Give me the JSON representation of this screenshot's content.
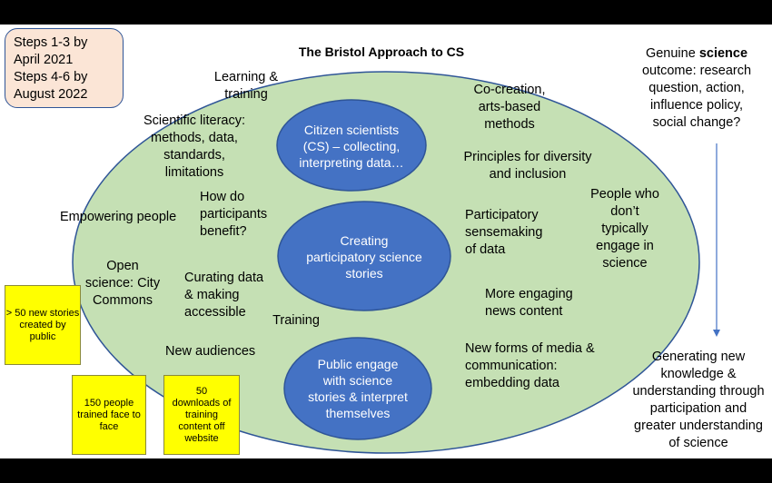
{
  "title": "The Bristol Approach to CS",
  "timeline_box": [
    "Steps 1-3 by",
    "April 2021",
    "Steps 4-6 by",
    "August 2022"
  ],
  "bubbles": {
    "top": "Citizen scientists (CS) – collecting, interpreting data…",
    "middle": "Creating participatory science stories",
    "bottom": "Public engage with science stories & interpret themselves"
  },
  "labels": {
    "learning": "Learning & training",
    "scientific_literacy": "Scientific literacy: methods, data, standards, limitations",
    "how_benefit": "How do participants benefit?",
    "empowering": "Empowering people",
    "open_science": "Open science: City Commons",
    "curating": "Curating data & making accessible",
    "training": "Training",
    "new_audiences": "New audiences",
    "co_creation": "Co-creation, arts-based methods",
    "principles": "Principles for diversity and inclusion",
    "people_who": "People who don’t typically engage in science",
    "sensemaking": "Participatory sensemaking of data",
    "engaging_news": "More engaging news content",
    "new_forms": "New forms of media & communication: embedding data"
  },
  "outcome_top": {
    "prefix": "Genuine ",
    "bold": "science",
    "rest": "outcome: research question, action, influence policy, social change?"
  },
  "outcome_bottom": "Generating new knowledge & understanding through participation and greater understanding of science",
  "stickies": {
    "stories": "> 50 new stories created by public",
    "trained": "150 people trained face to face",
    "downloads": "50 downloads of training content off website"
  },
  "colors": {
    "ellipse_fill": "#c5e0b4",
    "ellipse_stroke": "#2f5597",
    "bubble_fill": "#4472c4",
    "timeline_fill": "#fbe5d6",
    "sticky_fill": "#ffff00",
    "arrow": "#4472c4"
  }
}
